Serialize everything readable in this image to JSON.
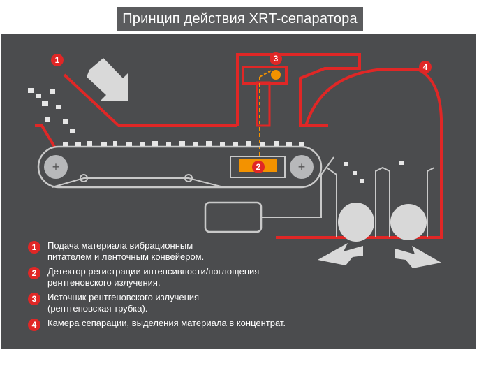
{
  "title": "Принцип действия XRT-сепаратора",
  "markers": [
    "1",
    "2",
    "3",
    "4"
  ],
  "legend": [
    {
      "num": "1",
      "text": "Подача материала вибрационным\nпитателем и ленточным конвейером."
    },
    {
      "num": "2",
      "text": "Детектор регистрации интенсивности/поглощения\nрентгеновского излучения."
    },
    {
      "num": "3",
      "text": "Источник рентгеновского излучения\n(рентгеновская трубка)."
    },
    {
      "num": "4",
      "text": "Камера сепарации, выделения материала в концентрат."
    }
  ],
  "colors": {
    "background": "#4b4c4e",
    "accent_red": "#e02726",
    "orange": "#f39200",
    "outline": "#c9c9c9",
    "title_bg": "#5b5c5e"
  }
}
